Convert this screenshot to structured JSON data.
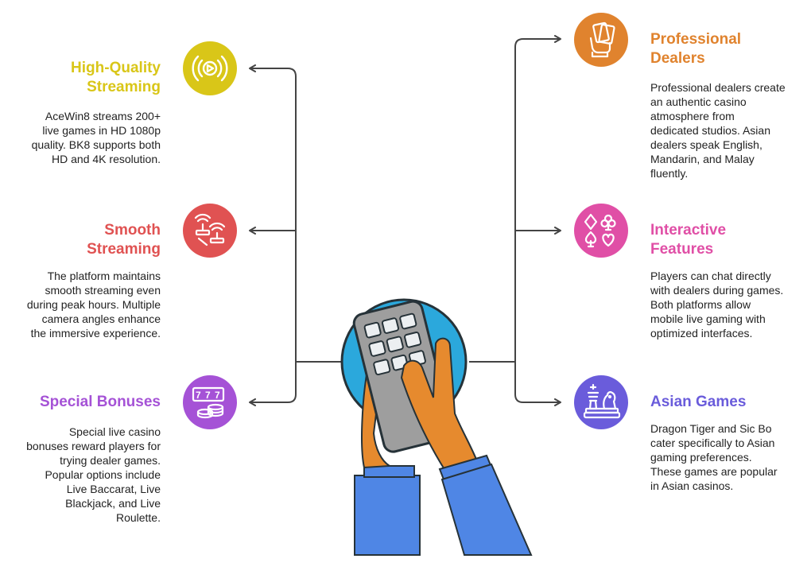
{
  "colors": {
    "streaming": "#D9C618",
    "smooth": "#E05252",
    "bonuses": "#A552D6",
    "dealers": "#E0832E",
    "interactive": "#E04FA6",
    "asian": "#6A5CDB",
    "connector": "#444444",
    "hand_blue": "#4F86E5",
    "hand_orange": "#E68A2E",
    "globe": "#2BA8DC",
    "remote": "#9E9E9E"
  },
  "items": {
    "high_quality": {
      "title": "High-Quality Streaming",
      "description": "AceWin8 streams 200+ live games in HD 1080p quality. BK8 supports both HD and 4K resolution.",
      "icon": "play-signal-icon"
    },
    "smooth": {
      "title": "Smooth Streaming",
      "description": "The platform maintains smooth streaming even during peak hours. Multiple camera angles enhance the immersive experience.",
      "icon": "wifi-router-icon"
    },
    "bonuses": {
      "title": "Special Bonuses",
      "description": "Special live casino bonuses reward players for trying dealer games. Popular options include Live Baccarat, Live Blackjack, and Live Roulette.",
      "icon": "slot-coins-icon"
    },
    "dealers": {
      "title": "Professional Dealers",
      "description": "Professional dealers create an authentic casino atmosphere from dedicated studios. Asian dealers speak English, Mandarin, and Malay fluently.",
      "icon": "hand-cards-icon"
    },
    "interactive": {
      "title": "Interactive Features",
      "description": "Players can chat directly with dealers during games. Both platforms allow mobile live gaming with optimized interfaces.",
      "icon": "card-suits-icon"
    },
    "asian": {
      "title": "Asian Games",
      "description": "Dragon Tiger and Sic Bo cater specifically to Asian gaming preferences. These games are popular in Asian casinos.",
      "icon": "chess-pieces-icon"
    }
  }
}
